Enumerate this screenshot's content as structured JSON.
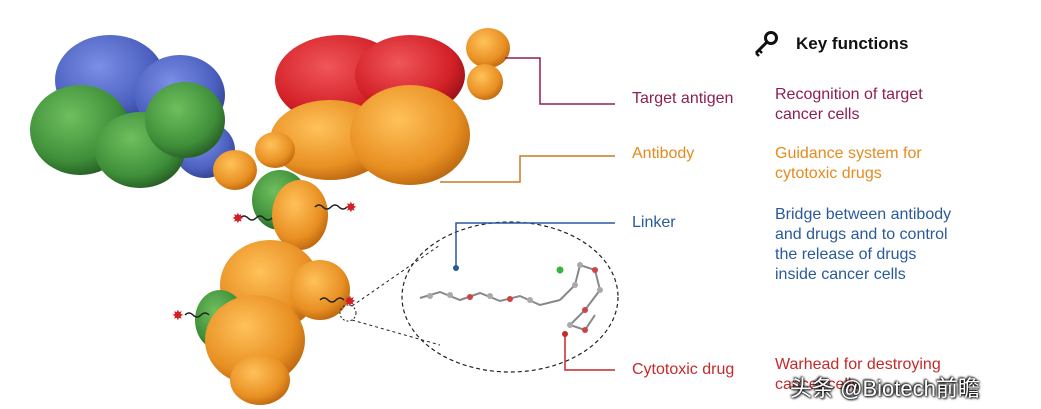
{
  "header": {
    "title": "Key functions",
    "icon": "key-icon"
  },
  "colors": {
    "target": "#8e1f54",
    "antibody": "#e58a1f",
    "linker": "#2a5a9a",
    "drug": "#c42a2a",
    "heavy_chain": "#f0a531",
    "light_chain": "#3f8f3a",
    "blue_domain": "#4b5fbf",
    "antigen": "#d32027",
    "antigen_small": "#f39a2e"
  },
  "components": [
    {
      "label": "Target antigen",
      "function_lines": [
        "Recognition of target",
        "cancer cells"
      ]
    },
    {
      "label": "Antibody",
      "function_lines": [
        "Guidance system for",
        "cytotoxic drugs"
      ]
    },
    {
      "label": "Linker",
      "function_lines": [
        "Bridge between antibody",
        "and drugs and to control",
        "the release of drugs",
        "inside cancer cells"
      ]
    },
    {
      "label": "Cytotoxic drug",
      "function_lines": [
        "Warhead for destroying",
        "cancer cells"
      ]
    }
  ],
  "watermark": "头条 @Biotech前瞻"
}
